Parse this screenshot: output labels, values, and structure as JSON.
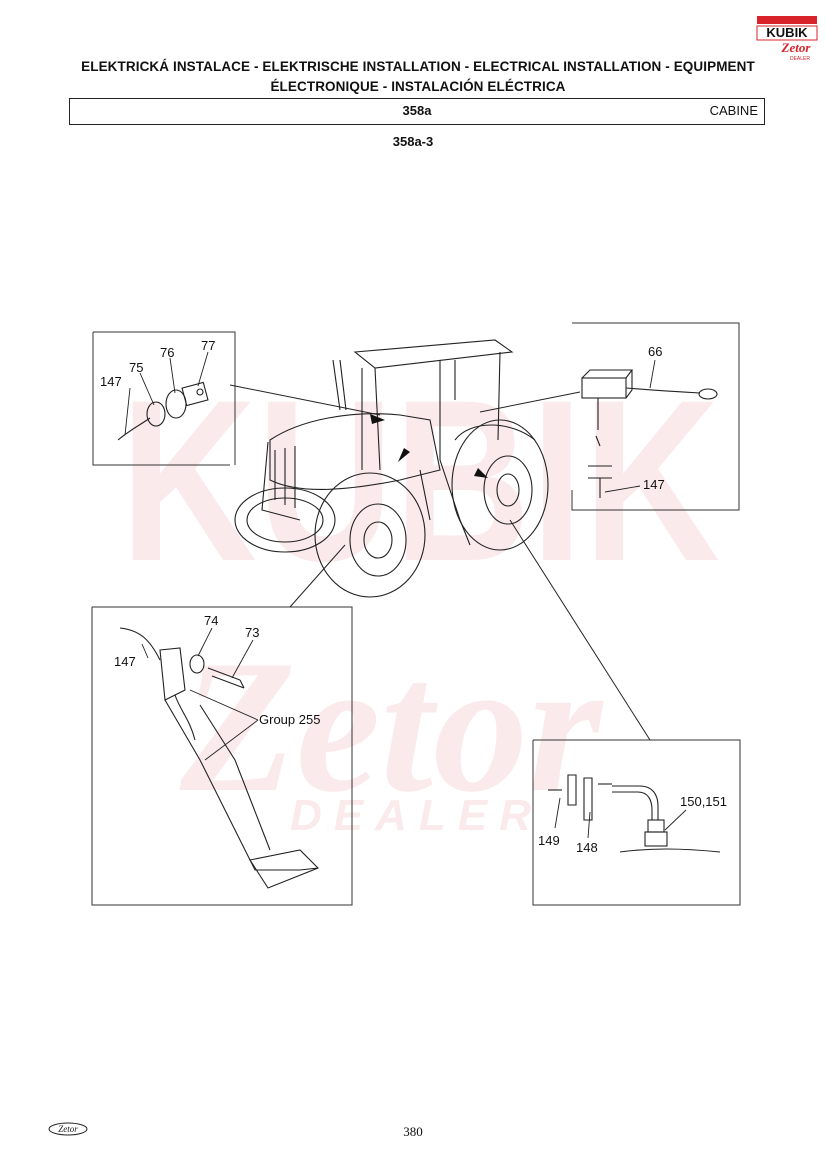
{
  "brand": {
    "dealer_logo_text": "KUBIK",
    "zetor_logo_text": "Zetor",
    "dealer_sub_text": "DEALER",
    "accent_color": "#d8232a"
  },
  "header": {
    "title_line1": "ELEKTRICKÁ INSTALACE - ELEKTRISCHE INSTALLATION - ELECTRICAL INSTALLATION - EQUIPMENT",
    "title_line2": "ÉLECTRONIQUE - INSTALACIÓN ELÉCTRICA",
    "group_code": "358a",
    "section": "CABINE",
    "figure_code": "358a-3"
  },
  "watermark": {
    "word": "KUBIK",
    "brand": "Zetor",
    "sub": "DEALER"
  },
  "callouts": {
    "p147_top_left": "147",
    "p75": "75",
    "p76": "76",
    "p77": "77",
    "p66": "66",
    "p147_top_right": "147",
    "p74": "74",
    "p73": "73",
    "p147_pedal": "147",
    "group_255": "Group 255",
    "p149": "149",
    "p148": "148",
    "p150_151": "150,151"
  },
  "footer": {
    "page_number": "380",
    "logo_text": "Zetor"
  }
}
